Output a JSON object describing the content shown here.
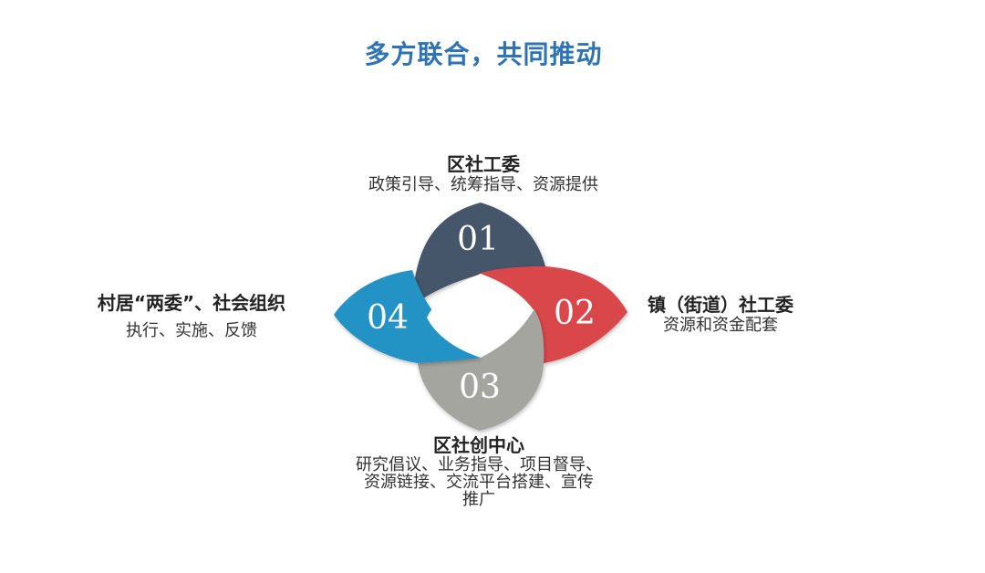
{
  "title": "多方联合，共同推动",
  "petals": [
    {
      "number": "01",
      "color": "#44546a",
      "head": "区社工委",
      "sub": "政策引导、统筹指导、资源提供"
    },
    {
      "number": "02",
      "color": "#d9474b",
      "head": "镇（街道）社工委",
      "sub": "资源和资金配套"
    },
    {
      "number": "03",
      "color": "#a5a5a0",
      "head": "区社创中心",
      "sub_lines": [
        "研究倡议、业务指导、项目督导、",
        "资源链接、交流平台搭建、宣传",
        "推广"
      ]
    },
    {
      "number": "04",
      "color": "#2493c4",
      "head": "村居“两委”、社会组织",
      "sub": "执行、实施、反馈"
    }
  ]
}
